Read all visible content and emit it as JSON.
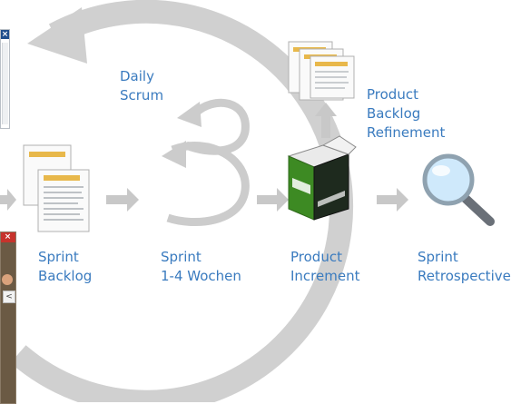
{
  "labels": {
    "daily_scrum": "Daily\nScrum",
    "sprint_backlog": "Sprint\nBacklog",
    "sprint": "Sprint\n1-4 Wochen",
    "product_increment": "Product\nIncrement",
    "refinement": "Product\nBacklog\nRefinement",
    "retrospective": "Sprint\nRetrospective"
  },
  "side_windows": {
    "top_close": "×",
    "bottom_close": "×",
    "bottom_nav": "<"
  },
  "colors": {
    "label": "#3a7bbf",
    "arrow": "#c8c8c8",
    "big_cycle": "#d0d0d0",
    "doc_header": "#e8b84b",
    "box_green": "#4a9a2a"
  }
}
